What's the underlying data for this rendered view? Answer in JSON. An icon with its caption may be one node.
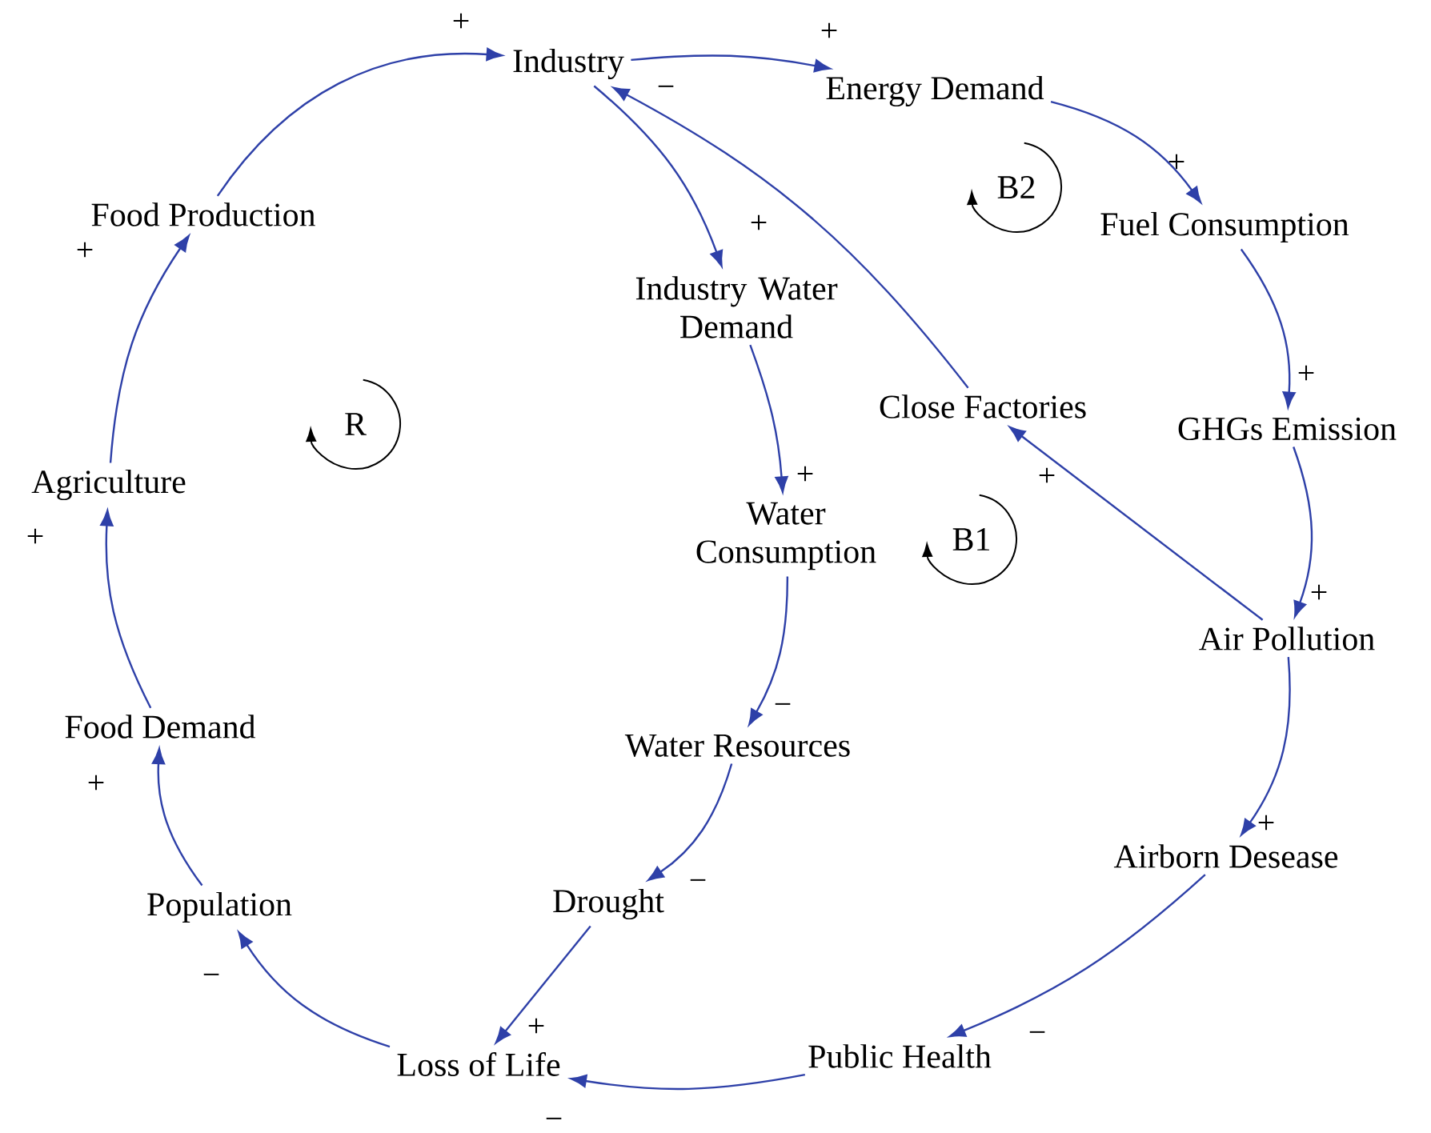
{
  "diagram": {
    "nodes": [
      {
        "text": [
          "Industry"
        ]
      },
      {
        "text": [
          "Energy Demand"
        ]
      },
      {
        "text": [
          "Fuel Consumption"
        ]
      },
      {
        "text": [
          "Industry Water Demand"
        ]
      },
      {
        "text": [
          "Close Factories"
        ]
      },
      {
        "text": [
          "GHGs Emission"
        ]
      },
      {
        "text": [
          "Water Consumption"
        ]
      },
      {
        "text": [
          "Air Pollution"
        ]
      },
      {
        "text": [
          "Water Resources"
        ]
      },
      {
        "text": [
          "Airborn Desease"
        ]
      },
      {
        "text": [
          "Food Production"
        ]
      },
      {
        "text": [
          "Agriculture"
        ]
      },
      {
        "text": [
          "Food Demand"
        ]
      },
      {
        "text": [
          "Population"
        ]
      },
      {
        "text": [
          "Drought"
        ]
      },
      {
        "text": [
          "Loss of Life"
        ]
      },
      {
        "text": [
          "Public Health"
        ]
      }
    ],
    "edges": [
      {
        "from": 10,
        "to": 0,
        "arrow": "to",
        "label": "+"
      },
      {
        "from": 0,
        "to": 1,
        "arrow": "to",
        "label": "+"
      },
      {
        "from": 1,
        "to": 2,
        "arrow": "to",
        "label": "+"
      },
      {
        "from": 2,
        "to": 5,
        "arrow": "to",
        "label": "+"
      },
      {
        "from": 5,
        "to": 7,
        "arrow": "to",
        "label": "+"
      },
      {
        "from": 7,
        "to": 4,
        "arrow": "to",
        "label": "+"
      },
      {
        "from": 4,
        "to": 0,
        "arrow": "to",
        "label": "−"
      },
      {
        "from": 0,
        "to": 3,
        "arrow": "to",
        "label": "+"
      },
      {
        "from": 3,
        "to": 6,
        "arrow": "to",
        "label": "+"
      },
      {
        "from": 6,
        "to": 8,
        "arrow": "to",
        "label": "−"
      },
      {
        "from": 8,
        "to": 14,
        "arrow": "to",
        "label": "−"
      },
      {
        "from": 14,
        "to": 15,
        "arrow": "to",
        "label": "+"
      },
      {
        "from": 7,
        "to": 9,
        "arrow": "to",
        "label": "+"
      },
      {
        "from": 9,
        "to": 16,
        "arrow": "to",
        "label": "−"
      },
      {
        "from": 16,
        "to": 15,
        "arrow": "to",
        "label": "−"
      },
      {
        "from": 15,
        "to": 13,
        "arrow": "to",
        "label": "−"
      },
      {
        "from": 13,
        "to": 12,
        "arrow": "to",
        "label": "+"
      },
      {
        "from": 12,
        "to": 11,
        "arrow": "to",
        "label": "+"
      },
      {
        "from": 11,
        "to": 10,
        "arrow": "to",
        "label": "+"
      }
    ],
    "labels": [
      "B2",
      "R",
      "B1"
    ]
  }
}
